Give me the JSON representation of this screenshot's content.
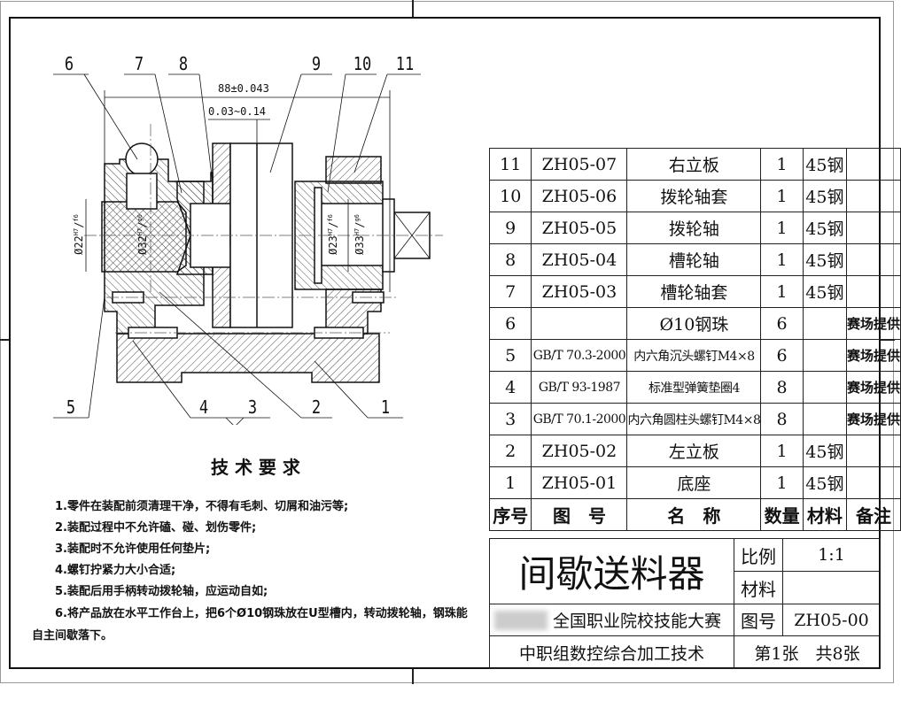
{
  "drawing": {
    "balloons": {
      "top": [
        "6",
        "7",
        "8",
        "9",
        "10",
        "11"
      ],
      "bottom": [
        "5",
        "4",
        "3",
        "2",
        "1"
      ]
    },
    "dimensions": {
      "overall": "88±0.043",
      "clearance": "0.03~0.14",
      "fit1": {
        "dia": "Ø22",
        "hole": "H7",
        "shaft": "f6"
      },
      "fit2": {
        "dia": "Ø32",
        "hole": "H7",
        "shaft": "g6"
      },
      "fit3": {
        "dia": "Ø23",
        "hole": "H7",
        "shaft": "f6"
      },
      "fit4": {
        "dia": "Ø33",
        "hole": "H7",
        "shaft": "g6"
      }
    }
  },
  "tech_requirements": {
    "title": "技 术 要 求",
    "items": [
      "1.零件在装配前须清理干净，不得有毛刺、切屑和油污等;",
      "2.装配过程中不允许磕、碰、划伤零件;",
      "3.装配时不允许使用任何垫片;",
      "4.螺钉拧紧力大小合适;",
      "5.装配后用手柄转动拨轮轴，应运动自如;",
      "6.将产品放在水平工作台上，把6个Ø10钢珠放在U型槽内，转动拨轮轴，钢珠能",
      "自主间歇落下。"
    ]
  },
  "bom": {
    "rows": [
      {
        "no": "11",
        "code": "ZH05-07",
        "name": "右立板",
        "qty": "1",
        "material": "45钢",
        "note": ""
      },
      {
        "no": "10",
        "code": "ZH05-06",
        "name": "拨轮轴套",
        "qty": "1",
        "material": "45钢",
        "note": ""
      },
      {
        "no": "9",
        "code": "ZH05-05",
        "name": "拨轮轴",
        "qty": "1",
        "material": "45钢",
        "note": ""
      },
      {
        "no": "8",
        "code": "ZH05-04",
        "name": "槽轮轴",
        "qty": "1",
        "material": "45钢",
        "note": ""
      },
      {
        "no": "7",
        "code": "ZH05-03",
        "name": "槽轮轴套",
        "qty": "1",
        "material": "45钢",
        "note": ""
      },
      {
        "no": "6",
        "code": "",
        "name": "Ø10钢珠",
        "qty": "6",
        "material": "",
        "note": "赛场提供"
      },
      {
        "no": "5",
        "code": "GB/T 70.3-2000",
        "name": "内六角沉头螺钉M4×8",
        "qty": "6",
        "material": "",
        "note": "赛场提供"
      },
      {
        "no": "4",
        "code": "GB/T 93-1987",
        "name": "标准型弹簧垫圈4",
        "qty": "8",
        "material": "",
        "note": "赛场提供"
      },
      {
        "no": "3",
        "code": "GB/T 70.1-2000",
        "name": "内六角圆柱头螺钉M4×8",
        "qty": "8",
        "material": "",
        "note": "赛场提供"
      },
      {
        "no": "2",
        "code": "ZH05-02",
        "name": "左立板",
        "qty": "1",
        "material": "45钢",
        "note": ""
      },
      {
        "no": "1",
        "code": "ZH05-01",
        "name": "底座",
        "qty": "1",
        "material": "45钢",
        "note": ""
      }
    ],
    "header": {
      "no": "序号",
      "code": "图　号",
      "name": "名　称",
      "qty": "数量",
      "material": "材料",
      "note": "备注"
    }
  },
  "title_block": {
    "title": "间歇送料器",
    "scale_label": "比例",
    "scale_value": "1:1",
    "material_label": "材料",
    "material_value": "",
    "drawing_no_label": "图号",
    "drawing_no_value": "ZH05-00",
    "organizer": "全国职业院校技能大赛",
    "category": "中职组数控综合加工技术",
    "sheet": "第1张　共8张"
  }
}
